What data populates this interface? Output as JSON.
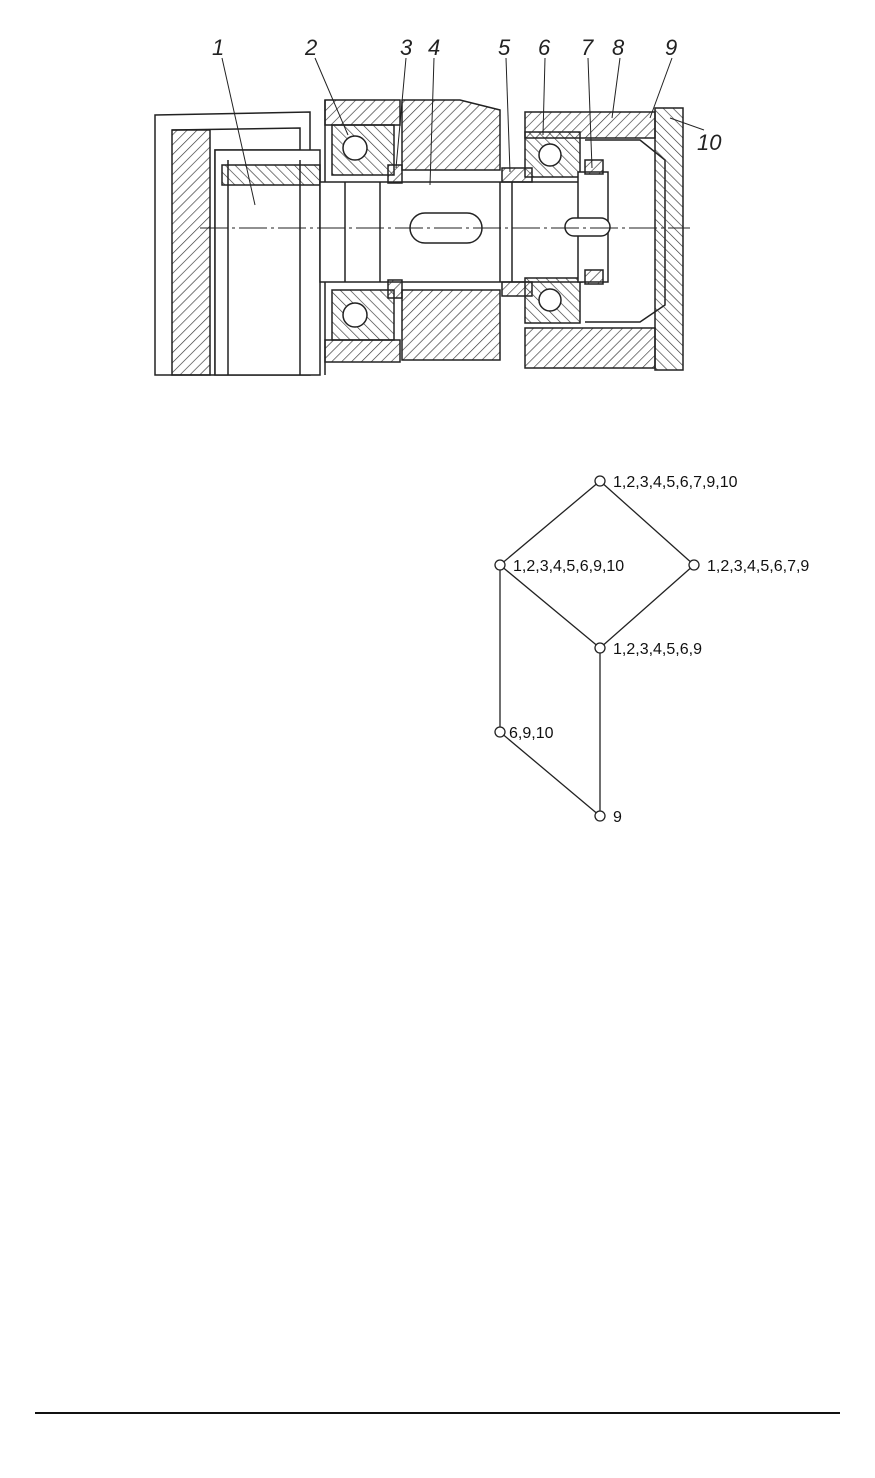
{
  "drawing": {
    "part_numbers": [
      "1",
      "2",
      "3",
      "4",
      "5",
      "6",
      "7",
      "8",
      "9",
      "10"
    ]
  },
  "graph": {
    "nodes": [
      {
        "id": "top",
        "label": "1,2,3,4,5,6,7,9,10"
      },
      {
        "id": "left",
        "label": "1,2,3,4,5,6,9,10"
      },
      {
        "id": "right",
        "label": "1,2,3,4,5,6,7,9"
      },
      {
        "id": "mid",
        "label": "1,2,3,4,5,6,9"
      },
      {
        "id": "lowleft",
        "label": "6,9,10"
      },
      {
        "id": "bottom",
        "label": "9"
      }
    ],
    "edges": [
      [
        "top",
        "left"
      ],
      [
        "top",
        "right"
      ],
      [
        "left",
        "mid"
      ],
      [
        "right",
        "mid"
      ],
      [
        "left",
        "lowleft"
      ],
      [
        "mid",
        "bottom"
      ],
      [
        "lowleft",
        "bottom"
      ]
    ]
  },
  "colors": {
    "ink": "#222222",
    "background": "#ffffff"
  }
}
